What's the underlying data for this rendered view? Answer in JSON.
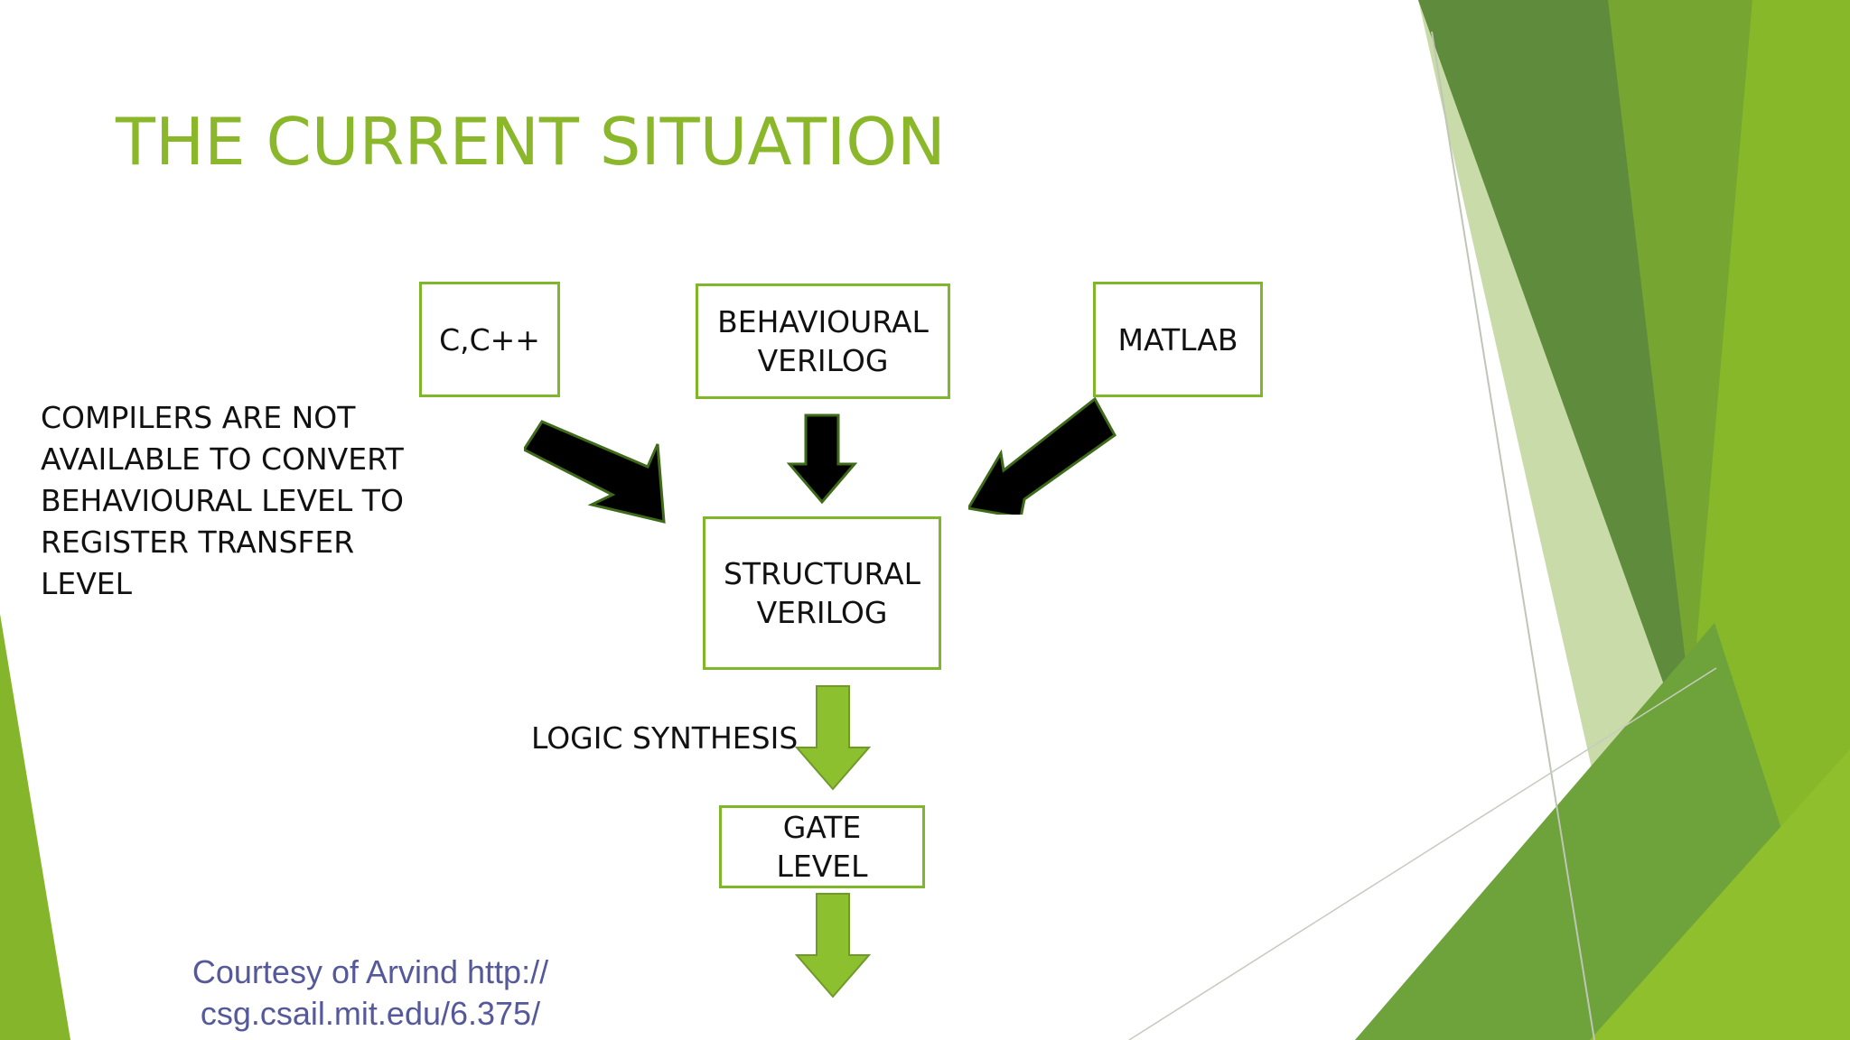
{
  "slide": {
    "title": "THE CURRENT SITUATION",
    "note": "COMPILERS ARE NOT\nAVAILABLE TO CONVERT\nBEHAVIOURAL LEVEL TO\nREGISTER TRANSFER\nLEVEL",
    "credit": "Courtesy of Arvind http://\ncsg.csail.mit.edu/6.375/"
  },
  "diagram": {
    "sources": [
      {
        "label": "C,C++"
      },
      {
        "label": "BEHAVIOURAL\nVERILOG"
      },
      {
        "label": "MATLAB"
      }
    ],
    "target": {
      "label": "STRUCTURAL\nVERILOG"
    },
    "step": {
      "label": "LOGIC SYNTHESIS"
    },
    "output": {
      "label": "GATE\nLEVEL"
    }
  },
  "colors": {
    "title": "#8ab82a",
    "box_border": "#7fb62a",
    "arrow_dark": "#000000",
    "arrow_green": "#8cc02e",
    "credit": "#55599a"
  }
}
